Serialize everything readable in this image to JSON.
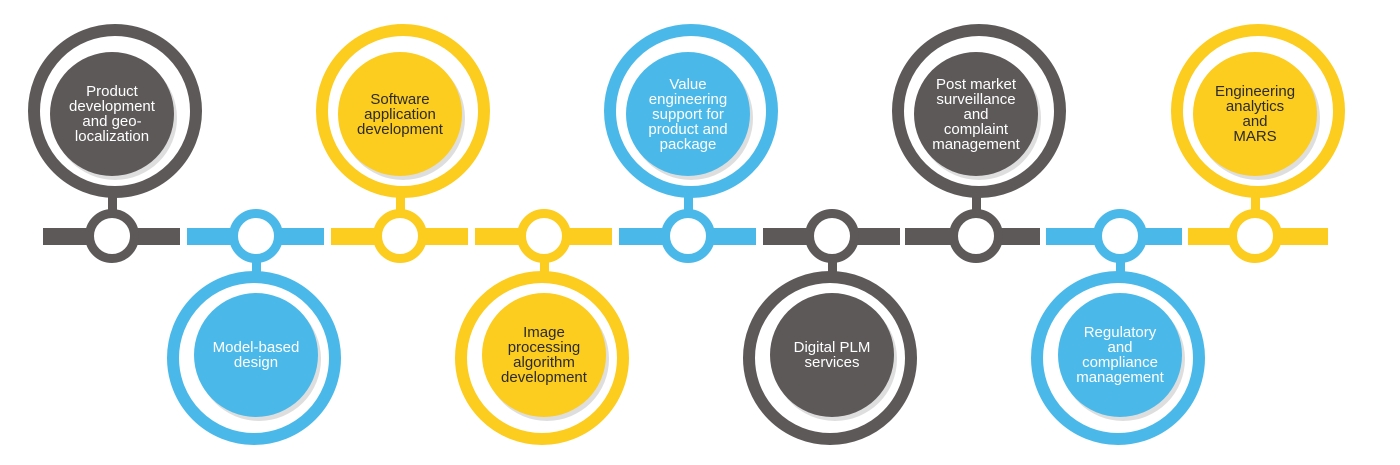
{
  "palette": {
    "gray": "#5d5959",
    "blue": "#4ab9e9",
    "yellow": "#fccc1e"
  },
  "milestones": [
    {
      "label": "Product\ndevelopment\nand geo-\nlocalization",
      "color": "gray",
      "position": "top"
    },
    {
      "label": "Model-based\ndesign",
      "color": "blue",
      "position": "bottom"
    },
    {
      "label": "Software\napplication\ndevelopment",
      "color": "yellow",
      "position": "top"
    },
    {
      "label": "Image\nprocessing\nalgorithm\ndevelopment",
      "color": "yellow",
      "position": "bottom"
    },
    {
      "label": "Value\nengineering\nsupport for\nproduct and\npackage",
      "color": "blue",
      "position": "top"
    },
    {
      "label": "Digital PLM\nservices",
      "color": "gray",
      "position": "bottom"
    },
    {
      "label": "Post market\nsurveillance\nand\ncomplaint\nmanagement",
      "color": "gray",
      "position": "top"
    },
    {
      "label": "Regulatory\nand\ncompliance\nmanagement",
      "color": "blue",
      "position": "bottom"
    },
    {
      "label": "Engineering\nanalytics\nand\nMARS",
      "color": "yellow",
      "position": "top"
    }
  ]
}
